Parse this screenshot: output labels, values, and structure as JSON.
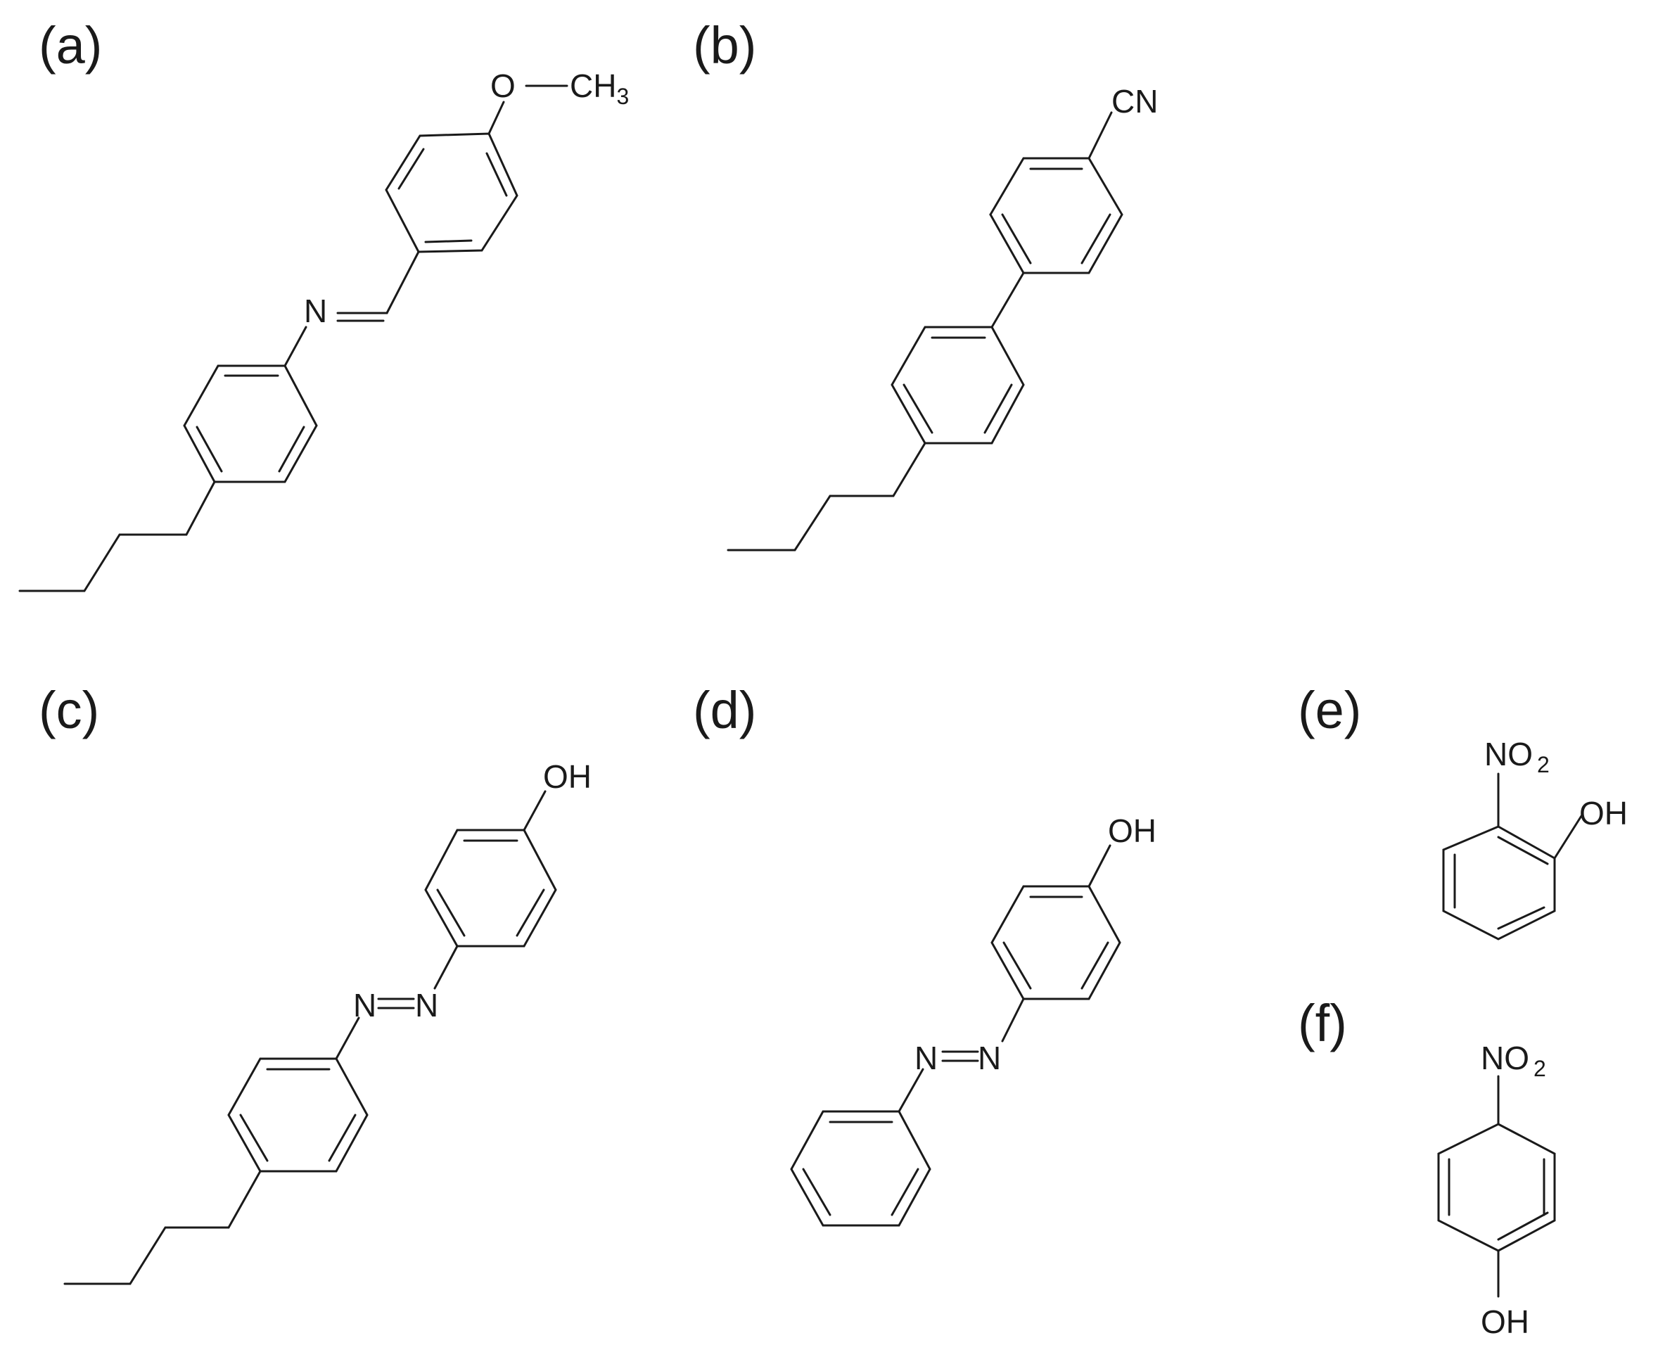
{
  "panels": {
    "a": {
      "label": "(a)",
      "atoms": {
        "o": "O",
        "methyl": "CH",
        "methyl_sub": "3",
        "n": "N"
      }
    },
    "b": {
      "label": "(b)",
      "atoms": {
        "cn": "CN"
      }
    },
    "c": {
      "label": "(c)",
      "atoms": {
        "oh": "OH",
        "n1": "N",
        "n2": "N"
      }
    },
    "d": {
      "label": "(d)",
      "atoms": {
        "oh": "OH",
        "n1": "N",
        "n2": "N"
      }
    },
    "e": {
      "label": "(e)",
      "atoms": {
        "no2": "NO",
        "no2_sub": "2",
        "oh": "OH"
      }
    },
    "f": {
      "label": "(f)",
      "atoms": {
        "no2": "NO",
        "no2_sub": "2",
        "oh": "OH"
      }
    }
  },
  "colors": {
    "ink": "#1a1a1a",
    "background": "#ffffff"
  }
}
